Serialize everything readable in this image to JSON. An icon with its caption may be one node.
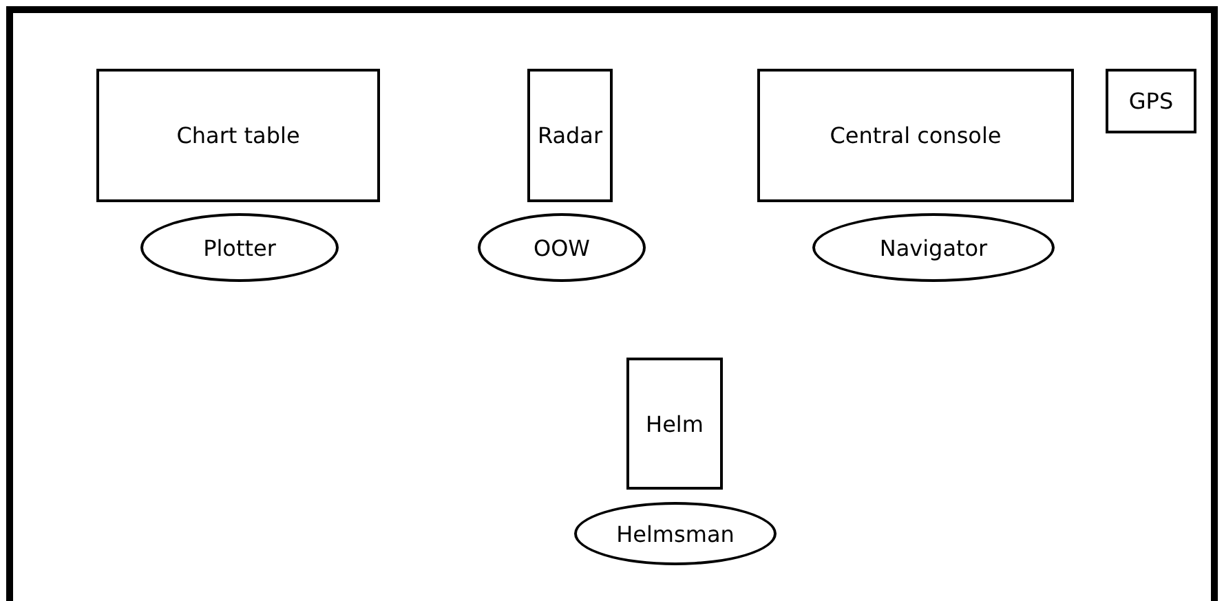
{
  "diagram": {
    "nodes": [
      {
        "text": [
          "Chart table"
        ]
      },
      {
        "text": [
          "Plotter"
        ]
      },
      {
        "text": [
          "Radar"
        ]
      },
      {
        "text": [
          "OOW"
        ]
      },
      {
        "text": [
          "Central console"
        ]
      },
      {
        "text": [
          "Navigator"
        ]
      },
      {
        "text": [
          "GPS"
        ]
      },
      {
        "text": [
          "Helm"
        ]
      },
      {
        "text": [
          "Helmsman"
        ]
      }
    ],
    "edges": []
  }
}
